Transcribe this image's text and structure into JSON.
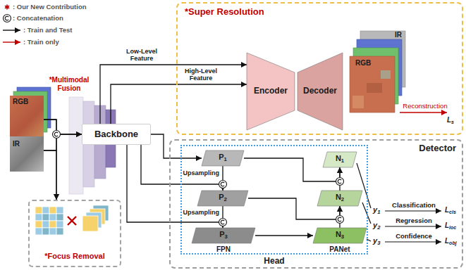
{
  "diagram": {
    "nodes": [
      {
        "text": [
          "RGB"
        ]
      },
      {
        "text": [
          "IR"
        ]
      },
      {
        "text": [
          "Backbone"
        ]
      },
      {
        "text": [
          "*Focus Removal"
        ]
      },
      {
        "text": [
          "*Super Resolution"
        ]
      },
      {
        "text": [
          "Encoder"
        ],
        "in": 4
      },
      {
        "text": [
          "Decoder"
        ],
        "in": 4
      },
      {
        "text": [
          "IR",
          "RGB"
        ],
        "in": 4
      },
      {
        "text": [
          "Detector"
        ]
      },
      {
        "text": [
          "Head"
        ],
        "in": 8
      },
      {
        "text": [
          "P1"
        ],
        "in": 9
      },
      {
        "text": [
          "P2"
        ],
        "in": 9
      },
      {
        "text": [
          "P3"
        ],
        "in": 9
      },
      {
        "text": [
          "N1"
        ],
        "in": 9
      },
      {
        "text": [
          "N2"
        ],
        "in": 9
      },
      {
        "text": [
          "N3"
        ],
        "in": 9
      }
    ],
    "edges": [
      {
        "from": 0,
        "to": 2,
        "arrow": "to"
      },
      {
        "from": 1,
        "to": 2,
        "arrow": "to"
      },
      {
        "from": 0,
        "to": 3,
        "arrow": "to"
      },
      {
        "from": 1,
        "to": 3,
        "arrow": "to"
      },
      {
        "from": 2,
        "to": 5,
        "label": "Low-Level Feature",
        "arrow": "to"
      },
      {
        "from": 2,
        "to": 5,
        "label": "High-Level Feature",
        "arrow": "to"
      },
      {
        "from": 2,
        "to": 10,
        "arrow": "to"
      },
      {
        "from": 10,
        "to": 11,
        "label": "Upsampling",
        "arrow": "to"
      },
      {
        "from": 2,
        "to": 11,
        "arrow": "to"
      },
      {
        "from": 11,
        "to": 12,
        "label": "Upsampling",
        "arrow": "to"
      },
      {
        "from": 2,
        "to": 12,
        "arrow": "to"
      },
      {
        "from": 12,
        "to": 15,
        "arrow": "to"
      },
      {
        "from": 15,
        "to": 14,
        "arrow": "to"
      },
      {
        "from": 11,
        "to": 14,
        "arrow": "to"
      },
      {
        "from": 14,
        "to": 13,
        "arrow": "to"
      },
      {
        "from": 10,
        "to": 13,
        "arrow": "to"
      }
    ],
    "labels": [
      "*Multimodal Fusion",
      "FPN",
      "PANet",
      "y1",
      "y2",
      "y3",
      "Classification",
      "Regression",
      "Confidence",
      "Lcls",
      "Lloc",
      "Lobj",
      "Reconstruction",
      "Ls"
    ],
    "legend": [
      {
        "text": ": Our New Contribution"
      },
      {
        "text": ": Concatenation"
      },
      {
        "text": ": Train and Test"
      },
      {
        "text": ": Train only"
      }
    ]
  }
}
